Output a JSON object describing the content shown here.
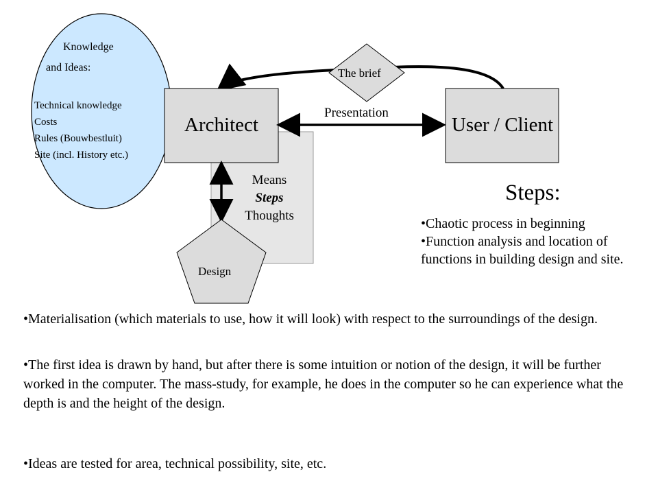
{
  "knowledge": {
    "heading_line1": "Knowledge",
    "heading_line2": "and Ideas:",
    "items": [
      "Technical knowledge",
      "Costs",
      "Rules (Bouwbestluit)",
      "Site (incl. History etc.)"
    ]
  },
  "brief_label": "The brief",
  "architect_label": "Architect",
  "client_label": "User / Client",
  "presentation_label": "Presentation",
  "means": {
    "line1": "Means",
    "line2": "Steps",
    "line3": "Thoughts"
  },
  "design_label": "Design",
  "steps": {
    "title": "Steps:",
    "items": [
      "•Chaotic process in beginning",
      "•Function analysis and location of functions in building design and site."
    ]
  },
  "bullets": [
    "•Materialisation (which materials to use, how it will look) with respect to the surroundings of the design.",
    "•The first idea is drawn by hand, but after there is some intuition or notion of the design, it will be further worked in the computer. The mass-study, for example, he does in the computer so he can experience what the depth is and the height of the design.",
    "•Ideas are tested for area, technical possibility, site, etc."
  ],
  "colors": {
    "ellipse_fill": "#cce8ff",
    "shape_fill": "#dcdcdc",
    "means_fill": "#e6e6e6",
    "stroke": "#000000"
  }
}
